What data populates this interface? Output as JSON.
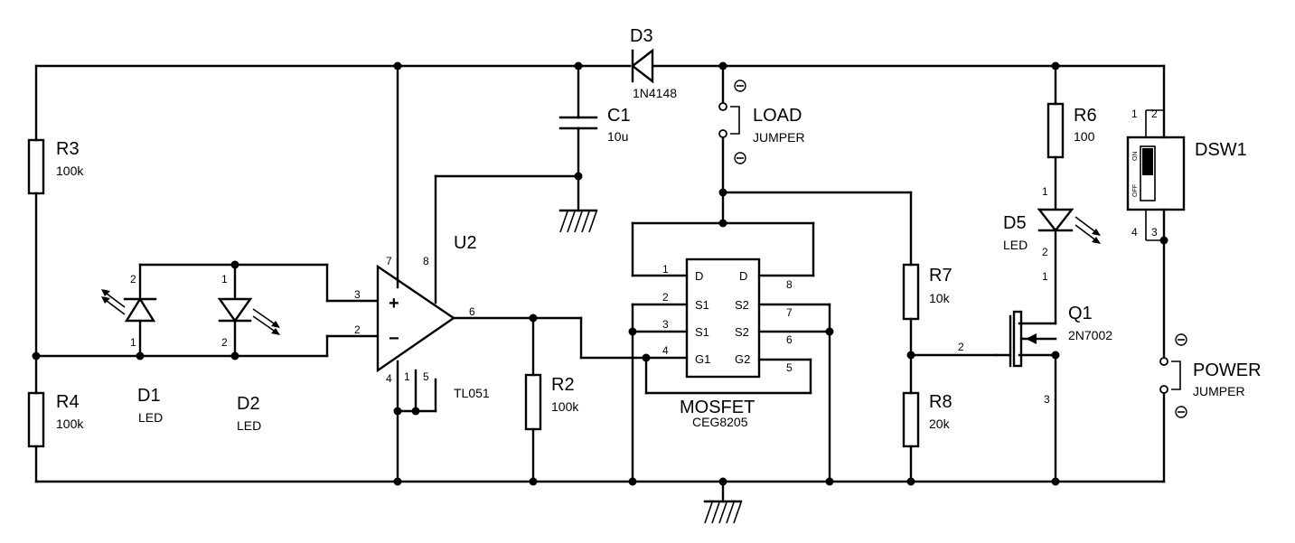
{
  "components": {
    "r3": {
      "ref": "R3",
      "value": "100k"
    },
    "r4": {
      "ref": "R4",
      "value": "100k"
    },
    "r2": {
      "ref": "R2",
      "value": "100k"
    },
    "r6": {
      "ref": "R6",
      "value": "100"
    },
    "r7": {
      "ref": "R7",
      "value": "10k"
    },
    "r8": {
      "ref": "R8",
      "value": "20k"
    },
    "c1": {
      "ref": "C1",
      "value": "10u"
    },
    "d1": {
      "ref": "D1",
      "value": "LED"
    },
    "d2": {
      "ref": "D2",
      "value": "LED"
    },
    "d3": {
      "ref": "D3",
      "value": "1N4148"
    },
    "d5": {
      "ref": "D5",
      "value": "LED"
    },
    "u2": {
      "ref": "U2",
      "value": "TL051"
    },
    "q1": {
      "ref": "Q1",
      "value": "2N7002"
    },
    "mosfet": {
      "ref": "MOSFET",
      "value": "CEG8205"
    },
    "dsw1": {
      "ref": "DSW1",
      "on": "ON",
      "off": "OFF"
    },
    "load": {
      "ref": "LOAD",
      "value": "JUMPER"
    },
    "power": {
      "ref": "POWER",
      "value": "JUMPER"
    }
  },
  "mosfet_pins": {
    "left": [
      {
        "num": "1",
        "name": "D"
      },
      {
        "num": "2",
        "name": "S1"
      },
      {
        "num": "3",
        "name": "S1"
      },
      {
        "num": "4",
        "name": "G1"
      }
    ],
    "right": [
      {
        "num": "8",
        "name": "D"
      },
      {
        "num": "7",
        "name": "S2"
      },
      {
        "num": "6",
        "name": "S2"
      },
      {
        "num": "5",
        "name": "G2"
      }
    ]
  },
  "opamp": {
    "plus": "+",
    "minus": "−",
    "pins": {
      "in_plus": "3",
      "in_minus": "2",
      "out": "6",
      "v_pos": "7",
      "offset_8": "8",
      "v_neg": "4",
      "offset_1": "1",
      "offset_5": "5"
    }
  },
  "pin_numbers": {
    "d1_top": "2",
    "d1_bottom": "1",
    "d2_top": "1",
    "d2_bottom": "2",
    "d5_top": "1",
    "d5_bottom": "2",
    "q1_drain": "1",
    "q1_gate": "2",
    "q1_source": "3",
    "dsw_tl": "1",
    "dsw_tr": "2",
    "dsw_bl": "4",
    "dsw_br": "3"
  }
}
